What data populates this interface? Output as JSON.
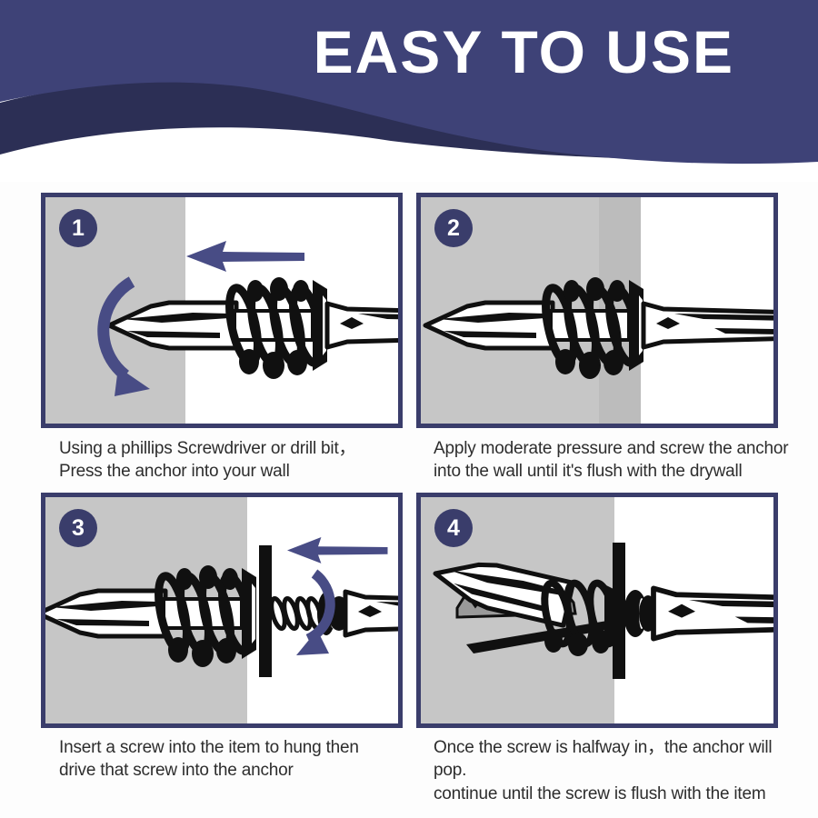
{
  "header": {
    "title": "EASY TO USE"
  },
  "steps": [
    {
      "number": "1",
      "caption_line1": "Using a phillips Screwdriver or drill bit，",
      "caption_line2": "Press the anchor into your wall",
      "icons": [
        "push-arrow-icon",
        "rotate-arrow-icon",
        "drywall-anchor-illustration"
      ]
    },
    {
      "number": "2",
      "caption_line1": "Apply moderate pressure and screw the anchor",
      "caption_line2": "into the wall until it's flush with the drywall",
      "icons": [
        "drywall-anchor-illustration"
      ]
    },
    {
      "number": "3",
      "caption_line1": "Insert a screw into the item to hung then",
      "caption_line2": "drive that screw into the anchor",
      "icons": [
        "push-arrow-icon",
        "rotate-arrow-icon",
        "item-bar",
        "screw-illustration"
      ]
    },
    {
      "number": "4",
      "caption_line1": "Once the screw is halfway in，the anchor will pop.",
      "caption_line2": "continue until the screw is flush with the item",
      "icons": [
        "popped-anchor-illustration",
        "item-bar"
      ]
    }
  ],
  "colors": {
    "navy": "#3e4277",
    "navy_dark": "#2c2f55",
    "border": "#3a3d6b",
    "badge": "#3a3d6b",
    "arrow": "#484c85",
    "wall": "#c6c6c6",
    "wall_shade": "#bcbcbc",
    "ink": "#101010",
    "paper": "#fdfdfd",
    "caption": "#2d2d2d"
  }
}
